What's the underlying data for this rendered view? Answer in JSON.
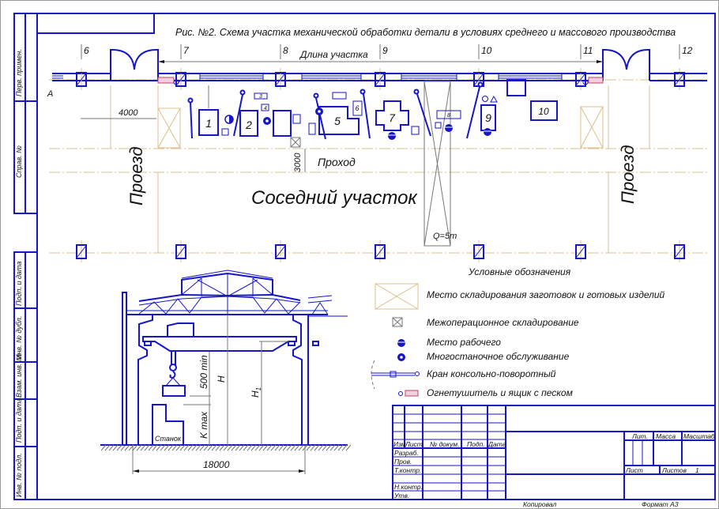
{
  "title": "Рис. №2. Схема участка механической обработки детали в условиях среднего и массового производства",
  "plan": {
    "axes": [
      "6",
      "7",
      "8",
      "9",
      "10",
      "11",
      "12"
    ],
    "length_label": "Длина участка",
    "section_mark": "А",
    "dim_4000": "4000",
    "dim_3000": "3000",
    "passage": "Проход",
    "driveway_left": "Проезд",
    "driveway_right": "Проезд",
    "neighbor": "Соседний участок",
    "crane_capacity": "Q=5т",
    "machines": [
      "1",
      "2",
      "3",
      "4",
      "5",
      "6",
      "7",
      "8",
      "9",
      "10"
    ]
  },
  "legend": {
    "title": "Условные обозначения",
    "items": [
      "Место складирования заготовок и готовых изделий",
      "Межоперационное складирование",
      "Место рабочего",
      "Многостаночное обслуживание",
      "Кран консольно-поворотный",
      "Огнетушитель и ящик с песком"
    ]
  },
  "section": {
    "dim_500": "500 min",
    "H": "H",
    "H1": "H",
    "H1_sub": "1",
    "kmax": "K max",
    "machine": "Станок",
    "span": "18000"
  },
  "side_strip": {
    "top": [
      "Перв. примен.",
      "Справ. №"
    ],
    "bottom": [
      "Подп. и дата",
      "Инв. № дубл.",
      "Взам. инв. №",
      "Подп. и дата",
      "Инв. № подл."
    ]
  },
  "title_block": {
    "headers": [
      "Изм",
      "Лист",
      "№ докум.",
      "Подп.",
      "Дата"
    ],
    "roles": [
      "Разраб.",
      "Пров.",
      "Т.контр.",
      "",
      "Н.контр.",
      "Утв."
    ],
    "lit": "Лит.",
    "mass": "Масса",
    "scale": "Масштаб",
    "sheet": "Лист",
    "sheets": "Листов",
    "sheets_count": "1",
    "copied": "Копировал",
    "format": "Формат  А3"
  }
}
